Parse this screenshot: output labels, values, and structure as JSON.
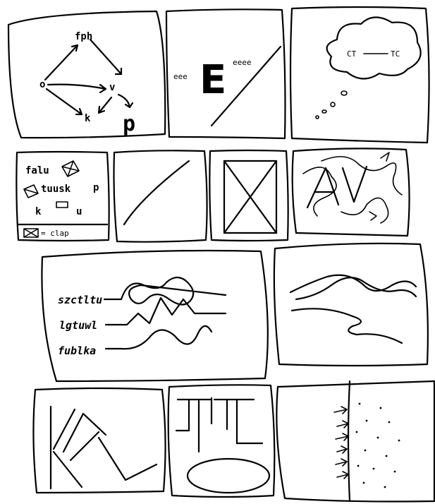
{
  "panel1": {
    "label_top": "fph",
    "label_left": "o",
    "label_mid": "v",
    "label_bottom": "k",
    "label_big": "p"
  },
  "panel2": {
    "letter": "E"
  },
  "panel3": {
    "label_left": "CT",
    "label_right": "TC"
  },
  "panel4": {
    "item1": "falu",
    "item2": "tuusk",
    "item3": "p",
    "item4": "k",
    "item5": "u",
    "legend": "= clap"
  },
  "panel9": {
    "label1": "szctltu",
    "label2": "lgtuwl",
    "label3": "fublka"
  }
}
